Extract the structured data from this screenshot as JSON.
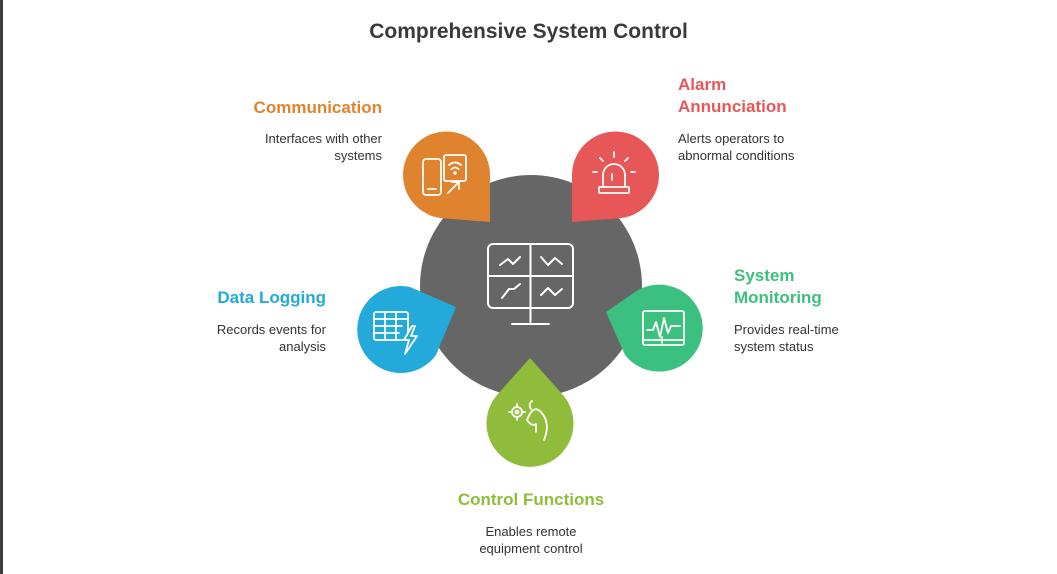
{
  "title": "Comprehensive System Control",
  "colors": {
    "center": "#666666",
    "communication": "#E0832F",
    "alarm": "#E85757",
    "monitoring": "#3CC07F",
    "control": "#8FBC3A",
    "logging": "#23A9DA"
  },
  "nodes": {
    "communication": {
      "heading": "Communication",
      "description": "Interfaces with other\nsystems",
      "icon": "phone-wifi-icon"
    },
    "alarm": {
      "heading": "Alarm\nAnnunciation",
      "description": "Alerts operators to\nabnormal conditions",
      "icon": "alarm-light-icon"
    },
    "monitoring": {
      "heading": "System\nMonitoring",
      "description": "Provides real-time\nsystem status",
      "icon": "heartbeat-monitor-icon"
    },
    "control": {
      "heading": "Control Functions",
      "description": "Enables remote\nequipment control",
      "icon": "hand-gear-icon"
    },
    "logging": {
      "heading": "Data Logging",
      "description": "Records events for\nanalysis",
      "icon": "table-lightning-icon"
    }
  },
  "center_icon": "monitor-dashboard-icon"
}
